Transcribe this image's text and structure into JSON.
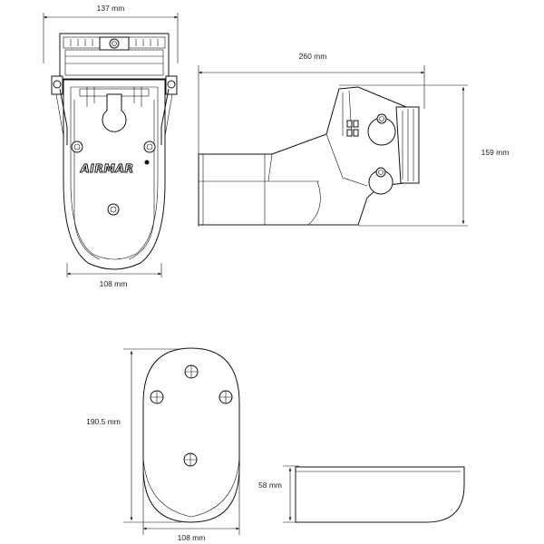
{
  "brand": "AIRMAR",
  "dimensions": {
    "top_width": "137 mm",
    "front_bottom_width": "108 mm",
    "side_length": "260 mm",
    "side_height": "159 mm",
    "bottom_height": "190.5 mm",
    "bottom_width": "108 mm",
    "block_height": "58 mm"
  }
}
